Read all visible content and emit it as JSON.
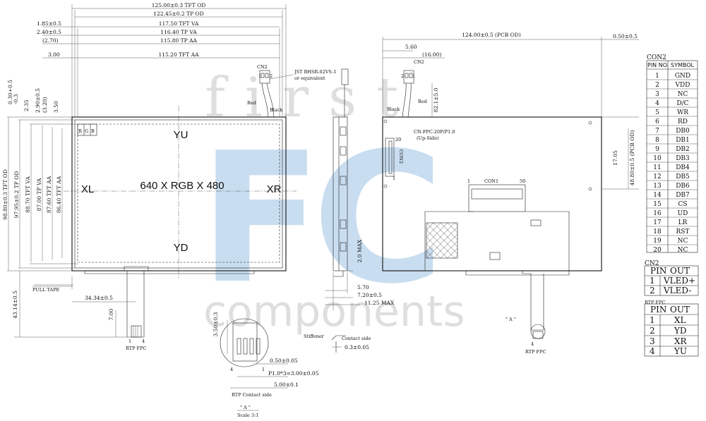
{
  "watermark": {
    "brand_top": "first",
    "brand_mid": "FC",
    "brand_bottom": "components",
    "color": "#d9d9d9",
    "accent": "#c6ddf2"
  },
  "front_view": {
    "dims_top": [
      "125.00±0.3 TFT OD",
      "122.45±0.2 TP  OD",
      "117.50 TFT VA",
      "116.40 TP VA",
      "115.80 TP AA",
      "115.20 TFT AA"
    ],
    "dims_left_top": [
      "1.85±0.5",
      "2.40±0.5",
      "(2.70)",
      "3.00"
    ],
    "dims_vertical": [
      "0.30+0.5",
      "-0.3",
      "2.35",
      "2.90±0.5",
      "(3.20)",
      "3.50",
      "98.80±0.3 TFT OD",
      "97.95±0.2 TP OD",
      "88.70 TFT VA",
      "87.00 TP VA",
      "87.60 TFT AA",
      "86.40 TFT AA"
    ],
    "rgb": [
      "R",
      "G",
      "B"
    ],
    "yu": "YU",
    "yd": "YD",
    "xl": "XL",
    "xr": "XR",
    "resolution": "640 X RGB X 480",
    "cn2": "CN2",
    "cn2_pins": [
      "1",
      "2"
    ],
    "jst_note": [
      "JST BHSR-02VS-1",
      "or equivalent"
    ],
    "red": "Red",
    "black": "Black",
    "pull_tape": "PULL TAPE",
    "dim_fpc_offset": "34.34±0.5",
    "dim_fpc_len": "43.14±0.5",
    "dim_fpc_tail": "7.00",
    "rtp_fpc": "RTP FPC",
    "fpc_pins": [
      "1",
      "4"
    ]
  },
  "side_view": {
    "dims": [
      "2.0 MAX",
      "5.70",
      "7.20±0.5",
      "11.25 MAX"
    ],
    "stiffener": "Stiffener",
    "contact_side": "Contact side",
    "thickness": "0.3±0.05"
  },
  "detail_a": {
    "dims": [
      "3.50±0.3",
      "0.50±0.05",
      "P1.0*3=3.00±0.05",
      "5.00±0.1"
    ],
    "pins": [
      "4",
      "1"
    ],
    "caption": "RTP Contact side",
    "title": "\" A \"",
    "scale": "Scale 3:1"
  },
  "back_view": {
    "dims_top": [
      "124.00±0.5 (PCB OD)",
      "0.50±0.5",
      "5.60",
      "(16.00)"
    ],
    "dim_cn2_height": "82.1±5.0",
    "dim_right_a": "17.05",
    "dim_right_b": "48.80±0.5 (PCB OD)",
    "cn2": "CN2",
    "cn2_pins": [
      "2",
      "1"
    ],
    "black": "Black",
    "red": "Red",
    "fpc_label": [
      "CN-FPC-20P/P1.0",
      "(Up-Side)"
    ],
    "cn2_vertical": "CON2",
    "pin20": "20",
    "pin1": "1",
    "con1": "CON1",
    "con1_pin1": "1",
    "con1_pin50": "50",
    "a_marker": "\" A \"",
    "rtp_fpc": "RTP FPC",
    "fpc_pin4": "4"
  },
  "con2_table": {
    "title": "CON2",
    "headers": [
      "PIN NO.",
      "SYMBOL"
    ],
    "rows": [
      [
        "1",
        "GND"
      ],
      [
        "2",
        "VDD"
      ],
      [
        "3",
        "NC"
      ],
      [
        "4",
        "D/C"
      ],
      [
        "5",
        "WR"
      ],
      [
        "6",
        "RD"
      ],
      [
        "7",
        "DB0"
      ],
      [
        "8",
        "DB1"
      ],
      [
        "9",
        "DB2"
      ],
      [
        "10",
        "DB3"
      ],
      [
        "11",
        "DB4"
      ],
      [
        "12",
        "DB5"
      ],
      [
        "13",
        "DB6"
      ],
      [
        "14",
        "DB7"
      ],
      [
        "15",
        "CS"
      ],
      [
        "16",
        "UD"
      ],
      [
        "17",
        "LR"
      ],
      [
        "18",
        "RST"
      ],
      [
        "19",
        "NC"
      ],
      [
        "20",
        "NC"
      ]
    ]
  },
  "cn2_table": {
    "title": "CN2",
    "headers": [
      "PIN",
      "OUT"
    ],
    "rows": [
      [
        "1",
        "VLED+"
      ],
      [
        "2",
        "VLED-"
      ]
    ]
  },
  "rtp_table": {
    "title": "RTP FPC",
    "headers": [
      "PIN",
      "OUT"
    ],
    "rows": [
      [
        "1",
        "XL"
      ],
      [
        "2",
        "YD"
      ],
      [
        "3",
        "XR"
      ],
      [
        "4",
        "YU"
      ]
    ]
  }
}
